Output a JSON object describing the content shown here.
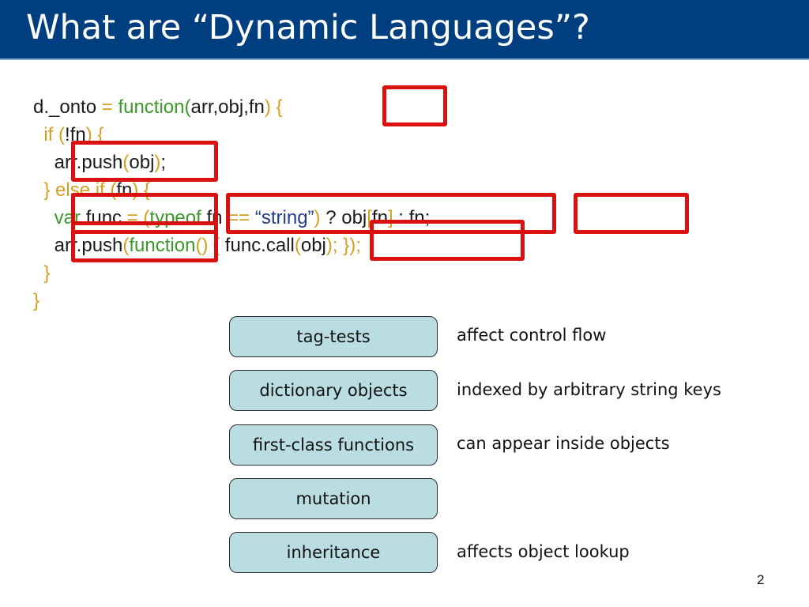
{
  "slide": {
    "title": "What are “Dynamic Languages”?",
    "page_number": "2"
  },
  "code": {
    "l1": {
      "a": "d._onto ",
      "b": "= ",
      "c": "function(",
      "d": "arr,obj,fn",
      "e": ") {"
    },
    "l2": {
      "a": "  if (",
      "b": "!fn",
      "c": ") {"
    },
    "l3": {
      "a": "    arr.push",
      "b": "(",
      "c": "obj",
      "d": ")",
      "e": ";"
    },
    "l4": {
      "a": "  } else if (",
      "b": "fn",
      "c": ") {"
    },
    "l5": {
      "a": "    var",
      "b": " func ",
      "c": "= (",
      "d": "typeof",
      "e": " fn ",
      "f": "==",
      "g": " ",
      "h": "“string”",
      "i": ")",
      "j": " ? obj",
      "k": "[",
      "l": "fn",
      "m": "]",
      "n": " : fn;"
    },
    "l6": {
      "a": "    arr.push",
      "b": "(",
      "c": "function",
      "d": "() { ",
      "e": "func.call",
      "f": "(",
      "g": "obj",
      "h": ");",
      "i": " });"
    },
    "l7": {
      "a": "  }"
    },
    "l8": {
      "a": "}"
    }
  },
  "features": [
    {
      "label": "tag-tests",
      "description": "affect control flow"
    },
    {
      "label": "dictionary objects",
      "description": "indexed by arbitrary string keys"
    },
    {
      "label": "first-class functions",
      "description": "can appear inside objects"
    },
    {
      "label": "mutation",
      "description": ""
    },
    {
      "label": "inheritance",
      "description": "affects object lookup"
    }
  ],
  "colors": {
    "title_bar": "#003f7f",
    "highlight": "#d91111",
    "tag_fill": "#b9dde0",
    "keyword": "#d4a020",
    "function": "#3a9a28",
    "string": "#1f3d8c"
  }
}
